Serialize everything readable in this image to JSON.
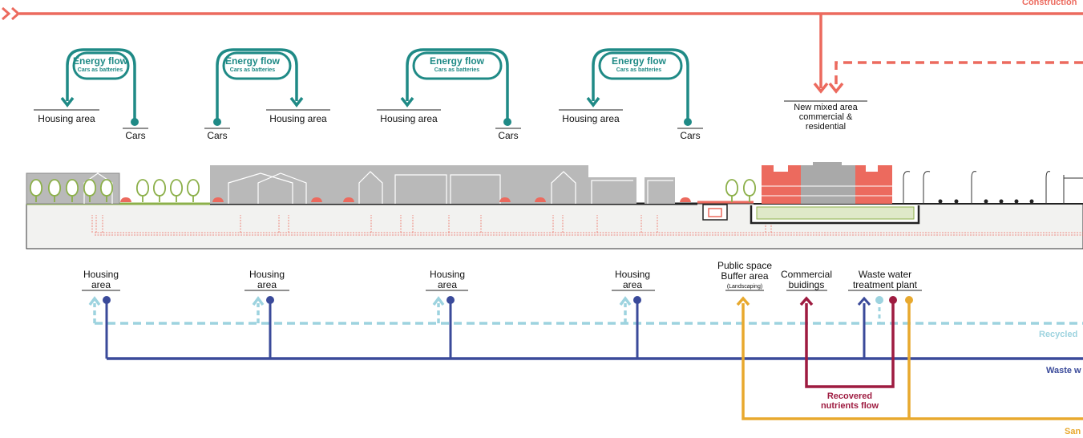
{
  "top_flow": {
    "label": "Construction",
    "color": "#ec6a5e"
  },
  "energy_flows": [
    {
      "title": "Energy flow",
      "subtitle": "Cars as batteries",
      "housing": "Housing area",
      "cars": "Cars"
    },
    {
      "title": "Energy flow",
      "subtitle": "Cars as batteries",
      "housing": "Housing area",
      "cars": "Cars"
    },
    {
      "title": "Energy flow",
      "subtitle": "Cars as batteries",
      "housing": "Housing area",
      "cars": "Cars"
    },
    {
      "title": "Energy flow",
      "subtitle": "Cars as batteries",
      "housing": "Housing area",
      "cars": "Cars"
    }
  ],
  "mixed_area": {
    "line1": "New mixed area",
    "line2": "commercial &",
    "line3": "residential"
  },
  "bottom_nodes": {
    "housing": [
      {
        "line1": "Housing",
        "line2": "area"
      },
      {
        "line1": "Housing",
        "line2": "area"
      },
      {
        "line1": "Housing",
        "line2": "area"
      },
      {
        "line1": "Housing",
        "line2": "area"
      }
    ],
    "public_space": {
      "line1": "Public space",
      "line2": "Buffer area",
      "line3": "(Landscaping)"
    },
    "commercial": {
      "line1": "Commercial",
      "line2": "buidings"
    },
    "wwtp": {
      "line1": "Waste water",
      "line2": "treatment plant"
    }
  },
  "flows": {
    "recycled": {
      "label": "Recycled",
      "color": "#9dd3df"
    },
    "waste_water": {
      "label": "Waste w",
      "color": "#3a4a9a"
    },
    "nutrients": {
      "label1": "Recovered",
      "label2": "nutrients flow",
      "color": "#9e1b40"
    },
    "sand": {
      "label": "San",
      "color": "#e8a92e"
    }
  },
  "colors": {
    "teal": "#1f8a86",
    "grey": "#b9b9b9",
    "ground": "#f2f2f0",
    "green": "#8cb04a"
  }
}
